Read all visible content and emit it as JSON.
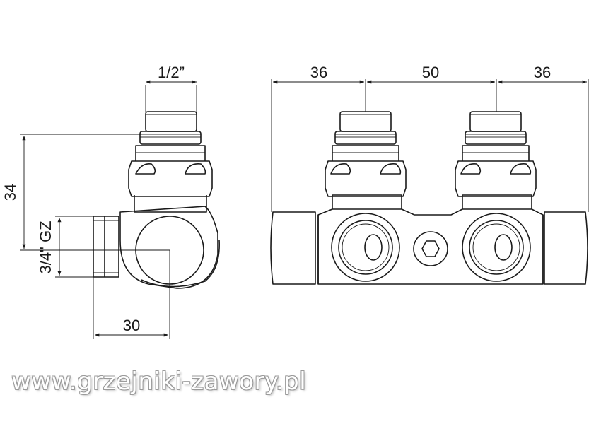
{
  "dimensions": {
    "side_thread": "1/2”",
    "side_height": "34",
    "side_inlet": "3/4\" GZ",
    "side_depth": "30",
    "front_left": "36",
    "front_spacing": "50",
    "front_right": "36"
  },
  "watermark": "www.grzejniki-zawory.pl",
  "colors": {
    "line": "#1a1a1a",
    "fill": "#ffffff",
    "shade": "#e6e6e6"
  }
}
